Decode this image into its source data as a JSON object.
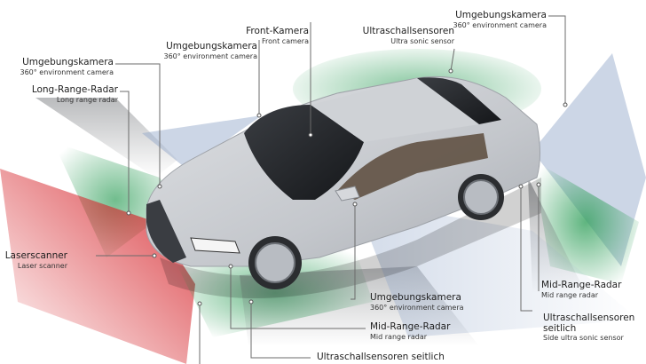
{
  "diagram": {
    "subject": "Sedan driver assistance sensor coverage",
    "colors": {
      "radar_green": "#2e9e58",
      "laser_red": "#d6262c",
      "camera_blue": "#8fa5c8",
      "ultrasonic_grey": "#8a8d91",
      "car_silver": "#c9ccd1",
      "leader_line": "#6b6b6b"
    },
    "labels": [
      {
        "id": "umgebungskamera-front-left",
        "de": "Umgebungskamera",
        "en": "360° environment camera"
      },
      {
        "id": "long-range-radar",
        "de": "Long-Range-Radar",
        "en": "Long range radar"
      },
      {
        "id": "umgebungskamera-mirror-left",
        "de": "Umgebungskamera",
        "en": "360° environment camera"
      },
      {
        "id": "front-kamera",
        "de": "Front-Kamera",
        "en": "Front camera"
      },
      {
        "id": "ultraschallsensoren-top",
        "de": "Ultraschallsensoren",
        "en": "Ultra sonic sensor"
      },
      {
        "id": "umgebungskamera-rear",
        "de": "Umgebungskamera",
        "en": "360° environment camera"
      },
      {
        "id": "laserscanner",
        "de": "Laserscanner",
        "en": "Laser scanner"
      },
      {
        "id": "umgebungskamera-mirror-right",
        "de": "Umgebungskamera",
        "en": "360° environment camera"
      },
      {
        "id": "mid-range-radar-front",
        "de": "Mid-Range-Radar",
        "en": "Mid range radar"
      },
      {
        "id": "ultraschallsensoren-seitlich-front",
        "de": "Ultraschallsensoren seitlich",
        "en": ""
      },
      {
        "id": "mid-range-radar-rear",
        "de": "Mid-Range-Radar",
        "en": "Mid range radar"
      },
      {
        "id": "ultraschallsensoren-seitlich-rear",
        "de": "Ultraschallsensoren seitlich",
        "en": "Side ultra sonic sensor"
      }
    ]
  }
}
